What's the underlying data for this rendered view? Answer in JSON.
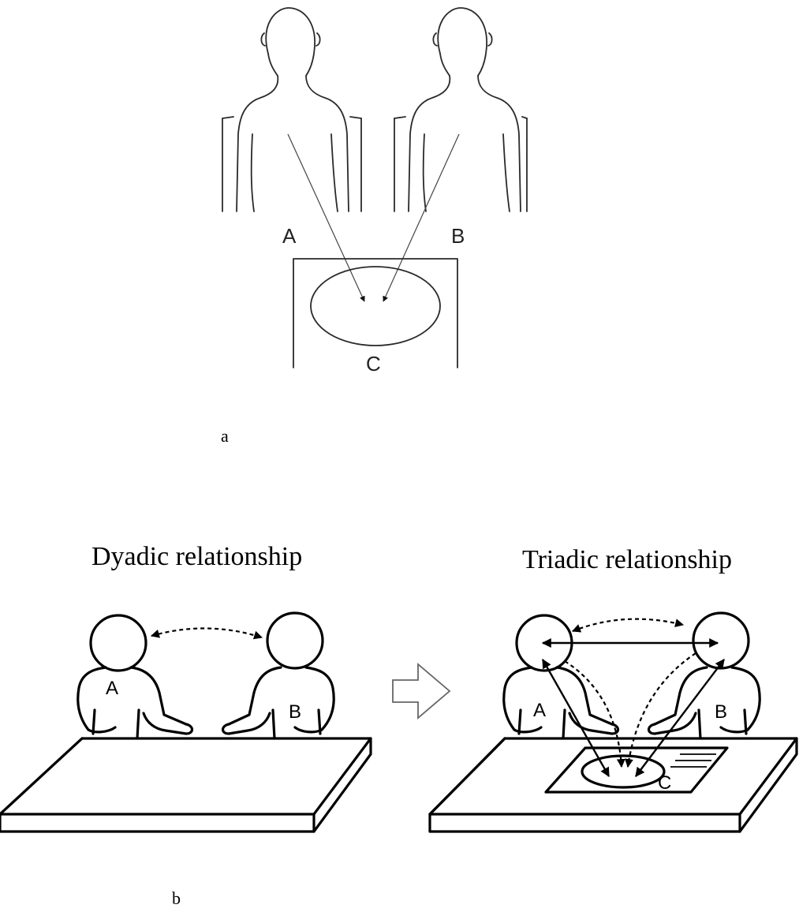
{
  "panel_a": {
    "caption": "a",
    "labels": {
      "person_a": "A",
      "person_b": "B",
      "object_c": "C"
    }
  },
  "panel_b": {
    "caption": "b",
    "dyadic": {
      "title": "Dyadic relationship",
      "labels": {
        "person_a": "A",
        "person_b": "B"
      }
    },
    "triadic": {
      "title": "Triadic relationship",
      "labels": {
        "person_a": "A",
        "person_b": "B",
        "object_c": "C"
      }
    }
  }
}
